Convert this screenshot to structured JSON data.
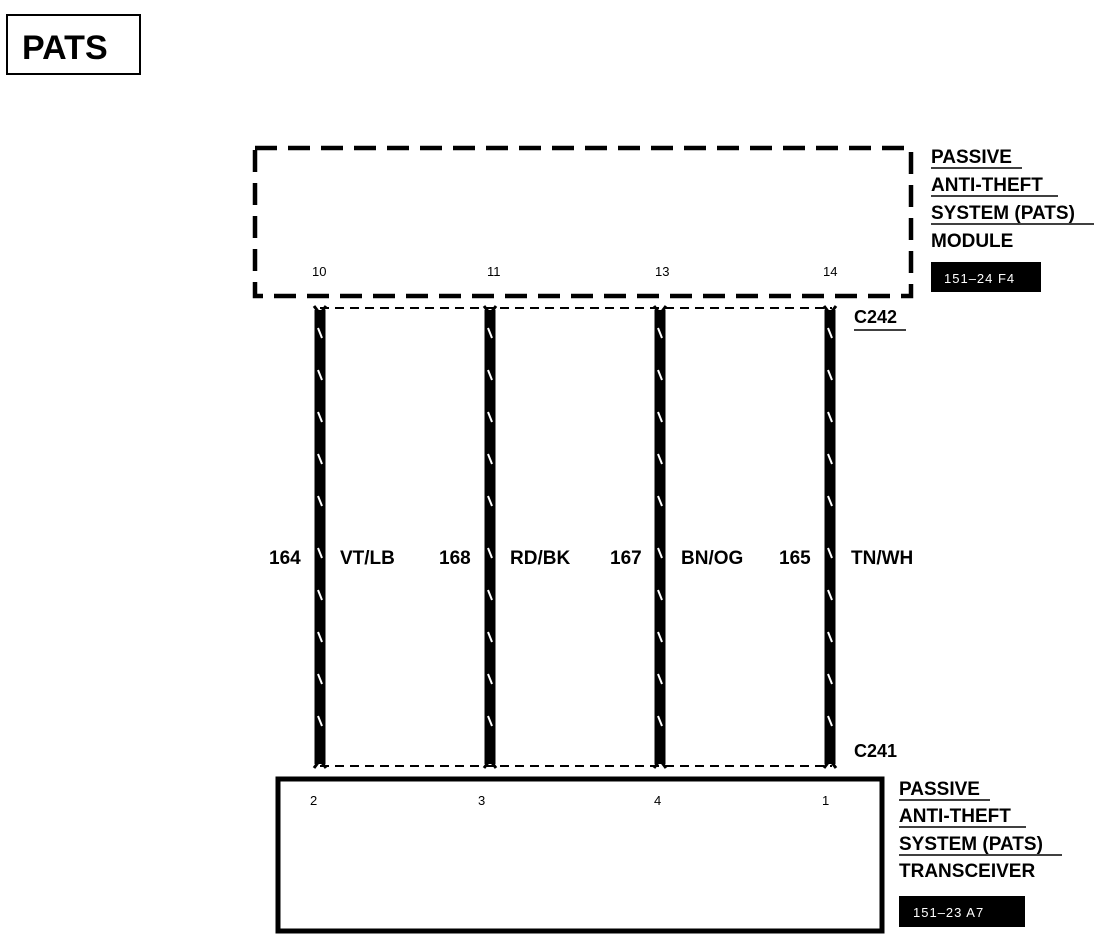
{
  "page_title": "PATS",
  "module": {
    "name_lines": [
      "PASSIVE",
      "ANTI-THEFT",
      "SYSTEM (PATS)",
      "MODULE"
    ],
    "reference": "151–24 F4",
    "pins": [
      "10",
      "11",
      "13",
      "14"
    ]
  },
  "connectors": {
    "top": "C242",
    "bottom": "C241"
  },
  "transceiver": {
    "name_lines": [
      "PASSIVE",
      "ANTI-THEFT",
      "SYSTEM (PATS)",
      "TRANSCEIVER"
    ],
    "reference": "151–23 A7",
    "pins": [
      "2",
      "3",
      "4",
      "1"
    ]
  },
  "wires": [
    {
      "circuit": "164",
      "color": "VT/LB"
    },
    {
      "circuit": "168",
      "color": "RD/BK"
    },
    {
      "circuit": "167",
      "color": "BN/OG"
    },
    {
      "circuit": "165",
      "color": "TN/WH"
    }
  ]
}
